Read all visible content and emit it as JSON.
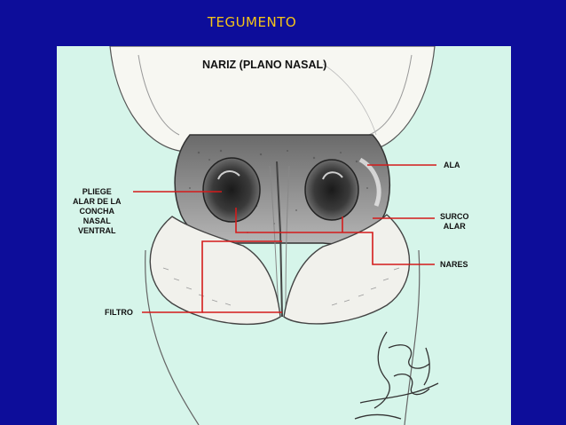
{
  "slide": {
    "title": "TEGUMENTO"
  },
  "figure": {
    "heading": "NARIZ (PLANO NASAL)",
    "labels": {
      "ala": "ALA",
      "pliege_lines": [
        "PLIEGE",
        "ALAR DE LA",
        "CONCHA",
        "NASAL",
        "VENTRAL"
      ],
      "surco_lines": [
        "SURCO",
        "ALAR"
      ],
      "nares": "NARES",
      "filtro": "FILTRO"
    },
    "signature": {
      "text": "Ismael Concha",
      "kind": "handwritten signature"
    },
    "colors": {
      "background": "#0d0d9a",
      "title": "#f5c518",
      "panel": "#d6f5ea",
      "leader_line": "#d41b1b"
    }
  }
}
